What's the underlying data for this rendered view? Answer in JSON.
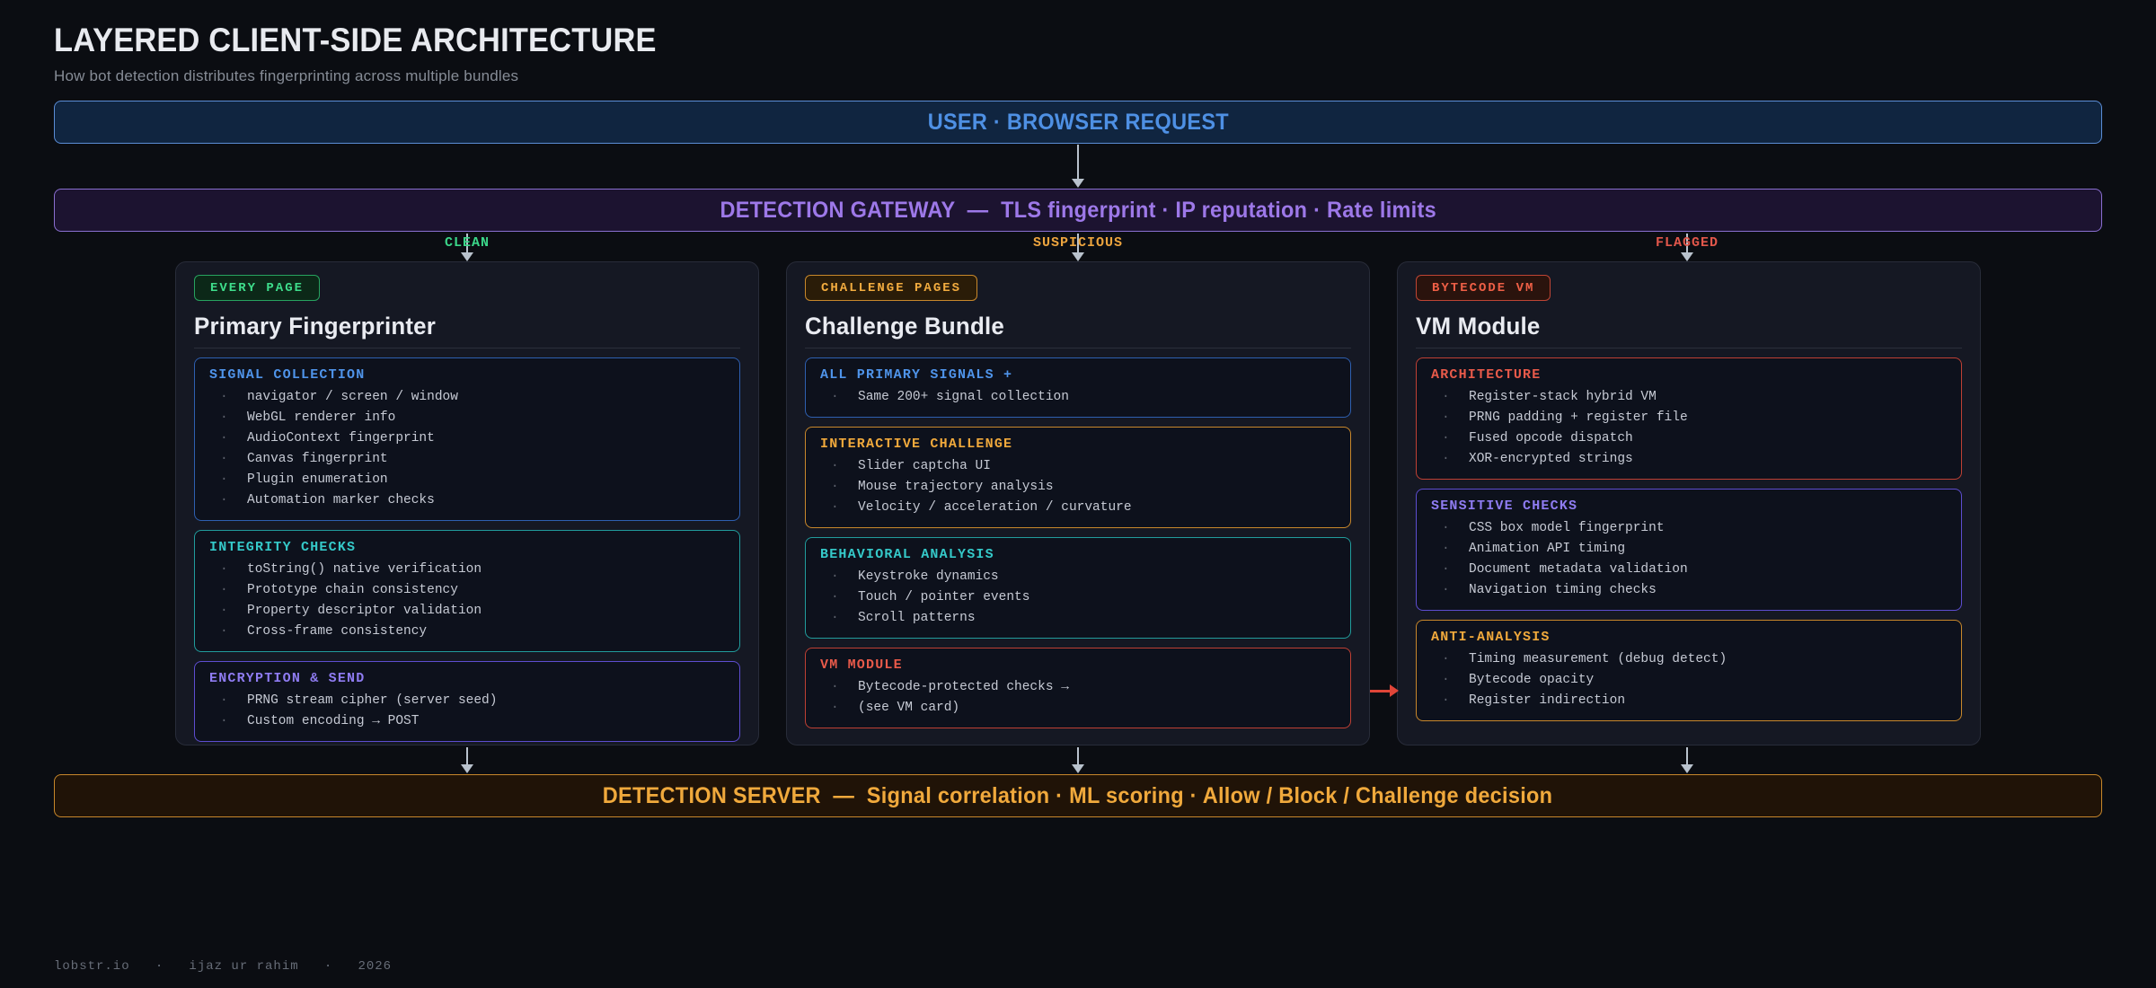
{
  "page": {
    "title": "LAYERED CLIENT-SIDE ARCHITECTURE",
    "subtitle": "How bot detection distributes fingerprinting across multiple bundles",
    "footer": "lobstr.io   ·   ijaz ur rahim   ·   2026"
  },
  "flow": {
    "user_banner": "USER · BROWSER REQUEST",
    "gateway_banner": "DETECTION GATEWAY  —  TLS fingerprint · IP reputation · Rate limits",
    "server_banner": "DETECTION SERVER  —  Signal correlation · ML scoring · Allow / Block / Challenge decision"
  },
  "branches": [
    {
      "label": "CLEAN",
      "color": "#3bd689"
    },
    {
      "label": "SUSPICIOUS",
      "color": "#eca43e"
    },
    {
      "label": "FLAGGED",
      "color": "#e2574b"
    }
  ],
  "cards": [
    {
      "badge": "EVERY PAGE",
      "badge_theme": "green",
      "title": "Primary Fingerprinter",
      "sections": [
        {
          "theme": "blue",
          "title": "SIGNAL COLLECTION",
          "items": [
            "navigator / screen / window",
            "WebGL renderer info",
            "AudioContext fingerprint",
            "Canvas fingerprint",
            "Plugin enumeration",
            "Automation marker checks"
          ]
        },
        {
          "theme": "teal",
          "title": "INTEGRITY CHECKS",
          "items": [
            "toString() native verification",
            "Prototype chain consistency",
            "Property descriptor validation",
            "Cross-frame consistency"
          ]
        },
        {
          "theme": "purple",
          "title": "ENCRYPTION & SEND",
          "items": [
            "PRNG stream cipher (server seed)",
            "Custom encoding → POST"
          ]
        }
      ]
    },
    {
      "badge": "CHALLENGE PAGES",
      "badge_theme": "orange",
      "title": "Challenge Bundle",
      "sections": [
        {
          "theme": "blue",
          "title": "ALL PRIMARY SIGNALS +",
          "items": [
            "Same 200+ signal collection"
          ]
        },
        {
          "theme": "orange",
          "title": "INTERACTIVE CHALLENGE",
          "items": [
            "Slider captcha UI",
            "Mouse trajectory analysis",
            "Velocity / acceleration / curvature"
          ]
        },
        {
          "theme": "teal",
          "title": "BEHAVIORAL ANALYSIS",
          "items": [
            "Keystroke dynamics",
            "Touch / pointer events",
            "Scroll patterns"
          ]
        },
        {
          "theme": "red",
          "title": "VM MODULE",
          "items": [
            "Bytecode-protected checks →",
            "(see VM card)"
          ]
        }
      ]
    },
    {
      "badge": "BYTECODE VM",
      "badge_theme": "red",
      "title": "VM Module",
      "sections": [
        {
          "theme": "red",
          "title": "ARCHITECTURE",
          "items": [
            "Register-stack hybrid VM",
            "PRNG padding + register file",
            "Fused opcode dispatch",
            "XOR-encrypted strings"
          ]
        },
        {
          "theme": "purple",
          "title": "SENSITIVE CHECKS",
          "items": [
            "CSS box model fingerprint",
            "Animation API timing",
            "Document metadata validation",
            "Navigation timing checks"
          ]
        },
        {
          "theme": "orange",
          "title": "ANTI-ANALYSIS",
          "items": [
            "Timing measurement (debug detect)",
            "Bytecode opacity",
            "Register indirection"
          ]
        }
      ]
    }
  ],
  "colors": {
    "user_banner": {
      "bg": "#102540",
      "border": "#5b8dd6",
      "text": "#4e90e4"
    },
    "gateway_banner": {
      "bg": "#1c1330",
      "border": "#8a6fd0",
      "text": "#9d78e8"
    },
    "server_banner": {
      "bg": "#201307",
      "border": "#c8872b",
      "text": "#f0a93c"
    },
    "badges": {
      "green": {
        "bg": "#0c2818",
        "border": "#27a35f",
        "text": "#3edd8b"
      },
      "orange": {
        "bg": "#2a1c08",
        "border": "#c8882b",
        "text": "#f2ac3f"
      },
      "red": {
        "bg": "#2a130d",
        "border": "#bf4534",
        "text": "#ee5f46"
      }
    },
    "themes": {
      "blue": {
        "border": "#2e5fb0",
        "text": "#4f94ea"
      },
      "teal": {
        "border": "#219c9c",
        "text": "#35c9c9"
      },
      "purple": {
        "border": "#5d4dd0",
        "text": "#8f7cf2"
      },
      "orange": {
        "border": "#c8872b",
        "text": "#f0a93c"
      },
      "red": {
        "border": "#bf4034",
        "text": "#e85a4a"
      }
    },
    "flow_arrow": "#b9c2cd",
    "cross_arrow": "#e04538"
  }
}
